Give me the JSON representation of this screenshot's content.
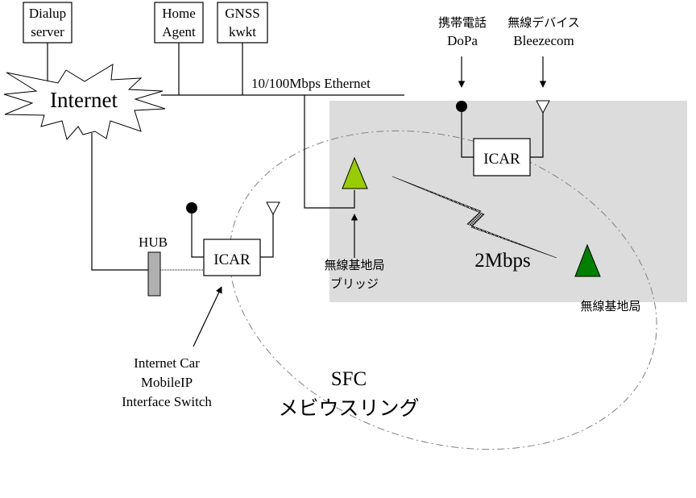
{
  "diagram": {
    "servers": [
      {
        "line1": "Dialup",
        "line2": "server"
      },
      {
        "line1": "Home",
        "line2": "Agent"
      },
      {
        "line1": "GNSS",
        "line2": "kwkt"
      }
    ],
    "internet_label": "Internet",
    "ethernet_label": "10/100Mbps Ethernet",
    "hub_label": "HUB",
    "icar_label": "ICAR",
    "icar_remote_label": "ICAR",
    "mobile_phone": {
      "line1": "携帯電話",
      "line2": "DoPa"
    },
    "wireless_device": {
      "line1": "無線デバイス",
      "line2": "Bleezecom"
    },
    "bridge_station": {
      "line1": "無線基地局",
      "line2": "ブリッジ"
    },
    "remote_station_label": "無線基地局",
    "link_speed_label": "2Mbps",
    "icar_caption": {
      "line1": "Internet Car",
      "line2": "MobileIP",
      "line3": "Interface Switch"
    },
    "ring_label": {
      "line1": "SFC",
      "line2": "メビウスリング"
    },
    "colors": {
      "wireless_zone": "#dcdcdc",
      "bridge_station": "#99cc00",
      "remote_station": "#008000",
      "hub": "#b0b0b0",
      "ring": "#808080"
    }
  }
}
